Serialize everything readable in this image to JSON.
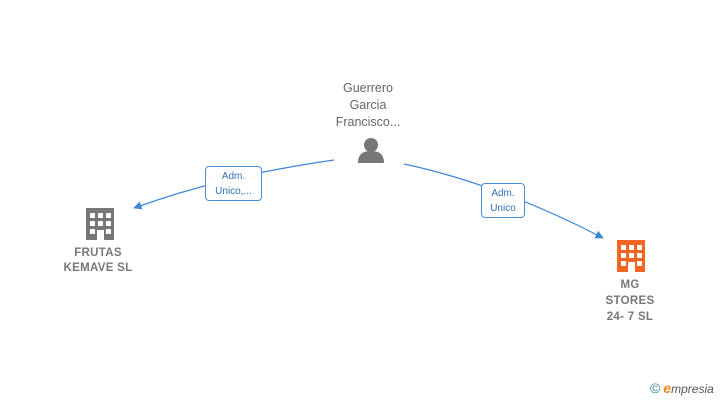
{
  "person": {
    "name_lines": [
      "Guerrero",
      "Garcia",
      "Francisco..."
    ],
    "icon": "person-icon"
  },
  "companies": [
    {
      "id": "frutas",
      "name_lines": [
        "FRUTAS",
        "KEMAVE  SL"
      ],
      "icon": "building-icon",
      "color": "#777777"
    },
    {
      "id": "mg",
      "name_lines": [
        "MG",
        "STORES",
        "24- 7  SL"
      ],
      "icon": "building-icon",
      "color": "#f26522"
    }
  ],
  "relations": [
    {
      "from": "person",
      "to": "frutas",
      "label_lines": [
        "Adm.",
        "Unico,..."
      ]
    },
    {
      "from": "person",
      "to": "mg",
      "label_lines": [
        "Adm.",
        "Unico"
      ]
    }
  ],
  "colors": {
    "edge": "#3f86d6",
    "person_icon": "#777777",
    "muted_building": "#777777",
    "highlight_building": "#f26522"
  },
  "brand": {
    "copyright": "©",
    "initial": "e",
    "rest": "mpresia"
  }
}
